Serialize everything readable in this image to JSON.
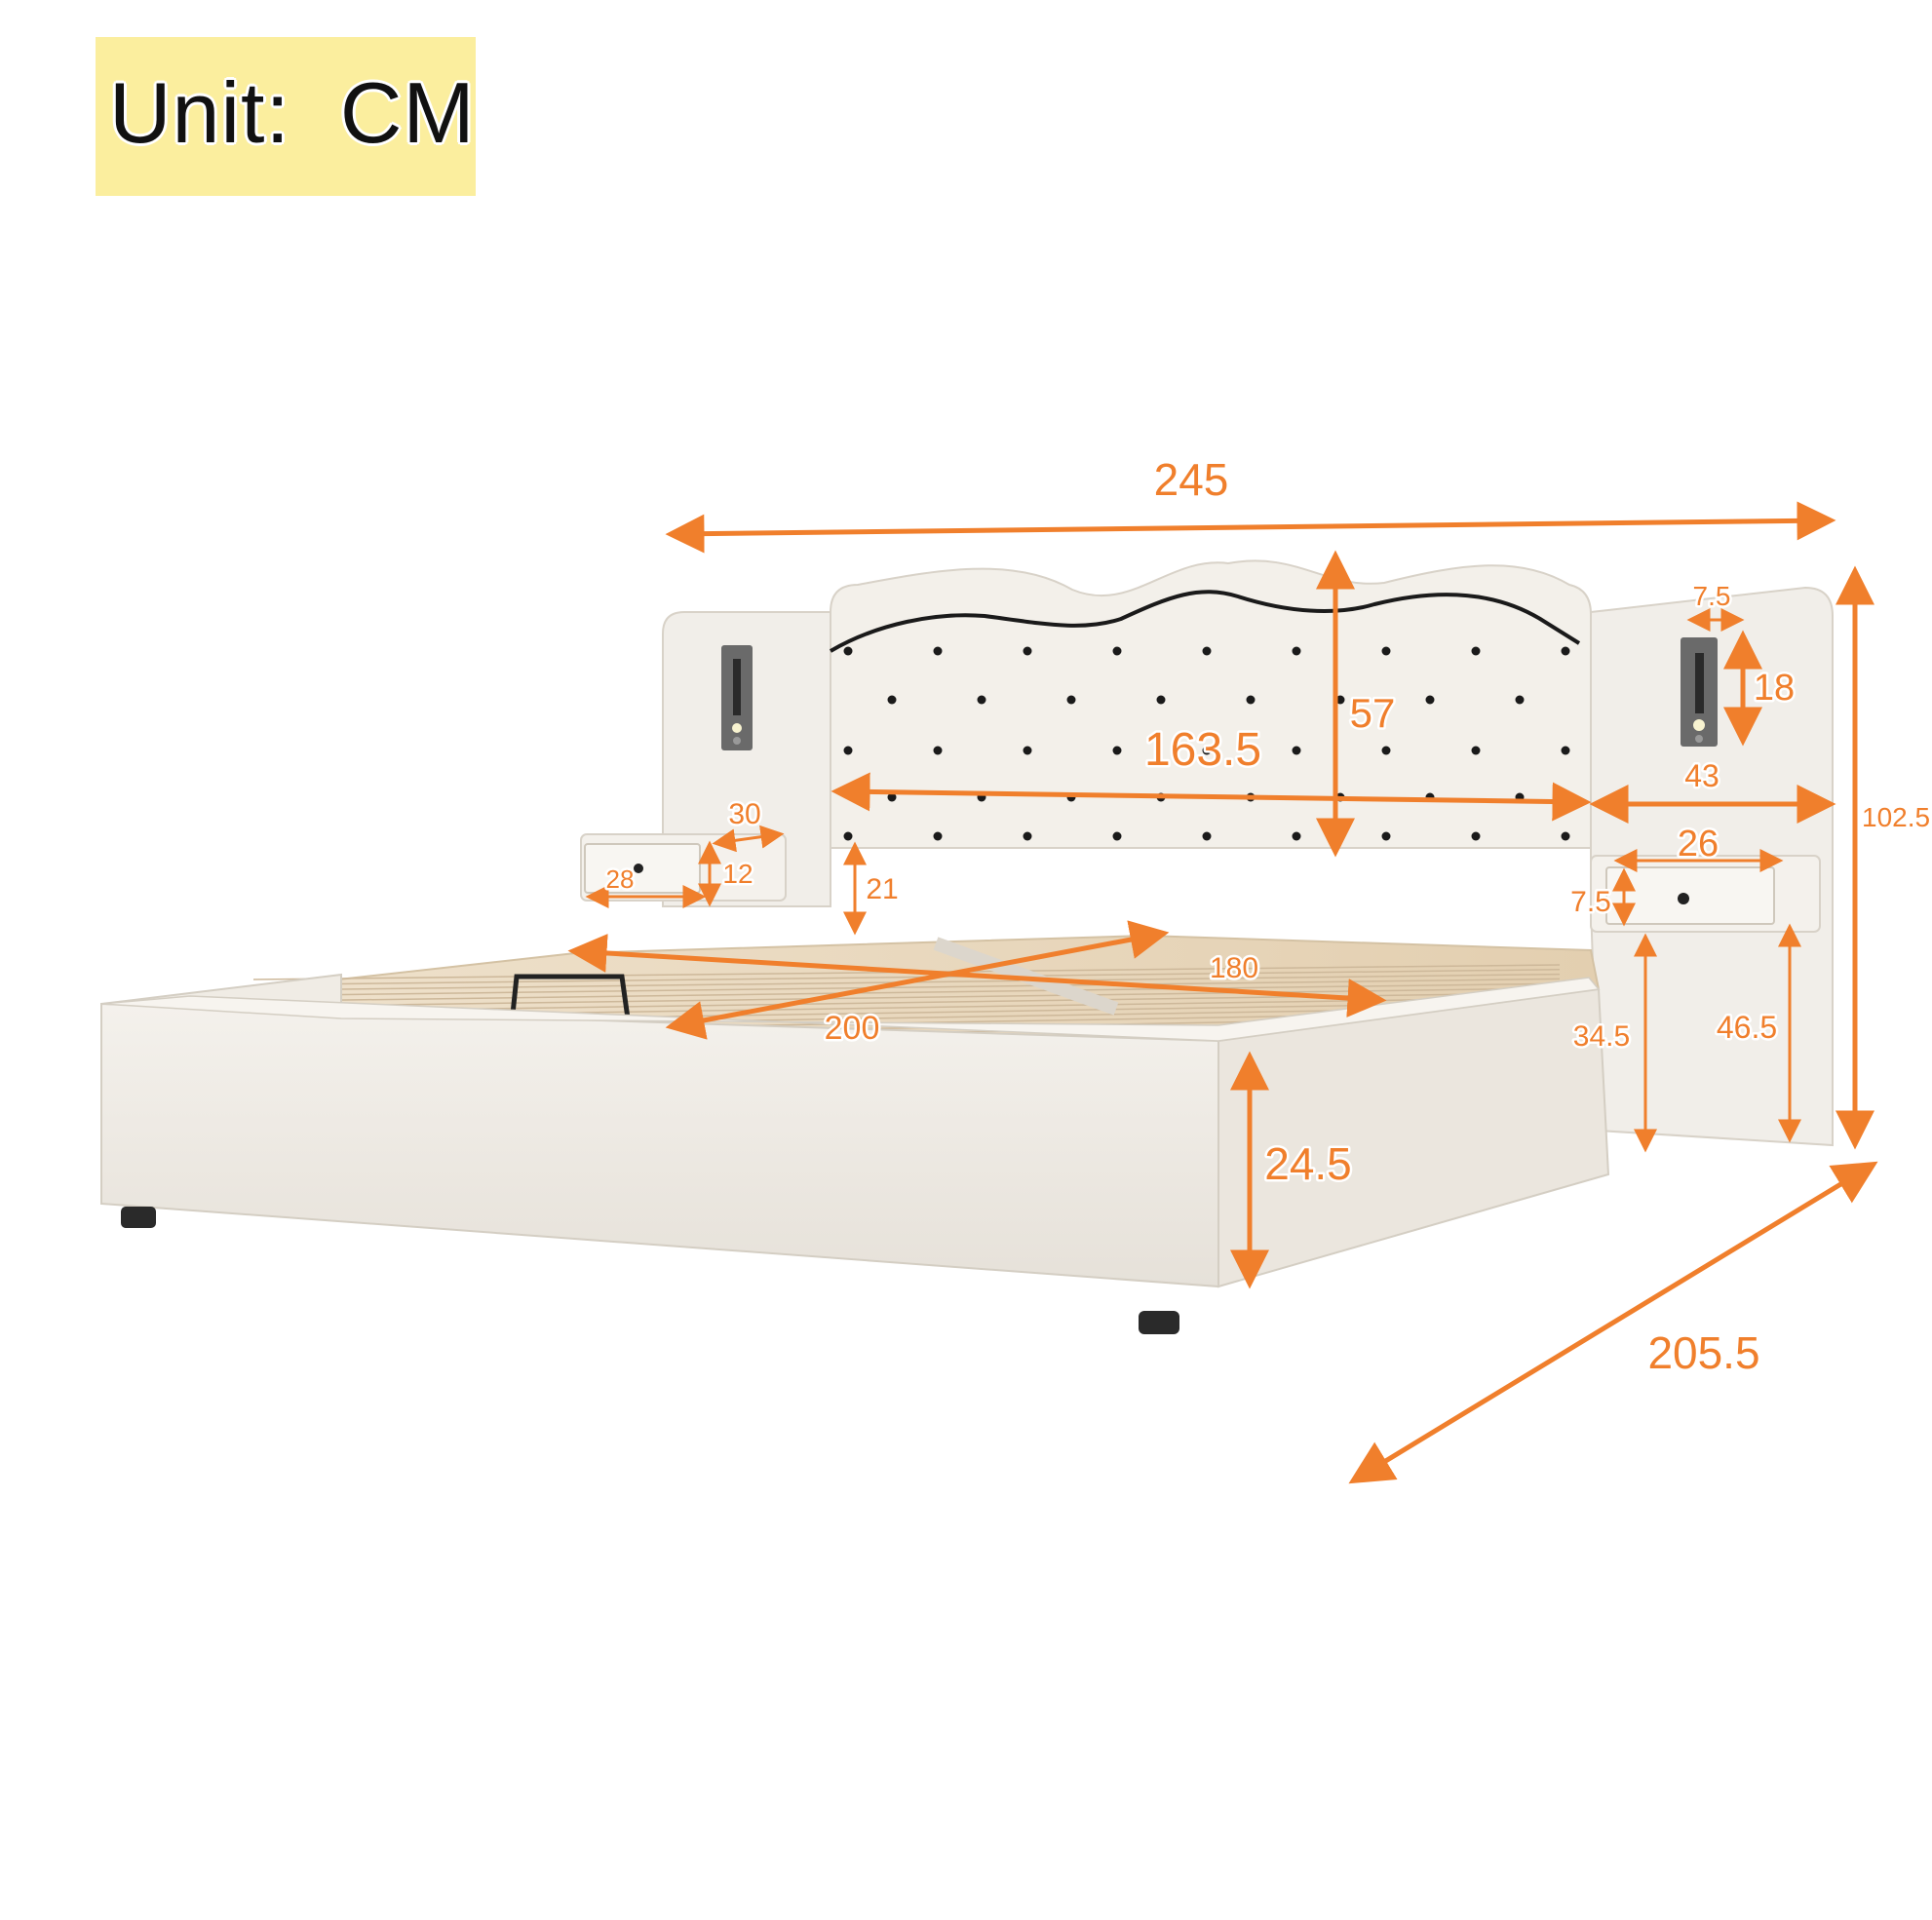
{
  "unit_label": "Unit:  CM",
  "dimensions": {
    "overall_width": "245",
    "headboard_height": "57",
    "headboard_width": "163.5",
    "lamp_width": "7.5",
    "lamp_height": "18",
    "side_panel_width": "43",
    "total_height": "102.5",
    "left_table_depth": "30",
    "left_table_width": "28",
    "left_table_height": "12",
    "right_table_width": "26",
    "right_drawer_height": "7.5",
    "under_headboard_gap": "21",
    "mattress_width": "180",
    "mattress_length": "200",
    "table_floor_clearance": "34.5",
    "table_top_height": "46.5",
    "frame_height": "24.5",
    "overall_length": "205.5"
  },
  "colors": {
    "dimension": "#f07f2c",
    "upholstery": "#efebe4",
    "slats": "#e9d7bc",
    "badge": "#fbee9e"
  }
}
